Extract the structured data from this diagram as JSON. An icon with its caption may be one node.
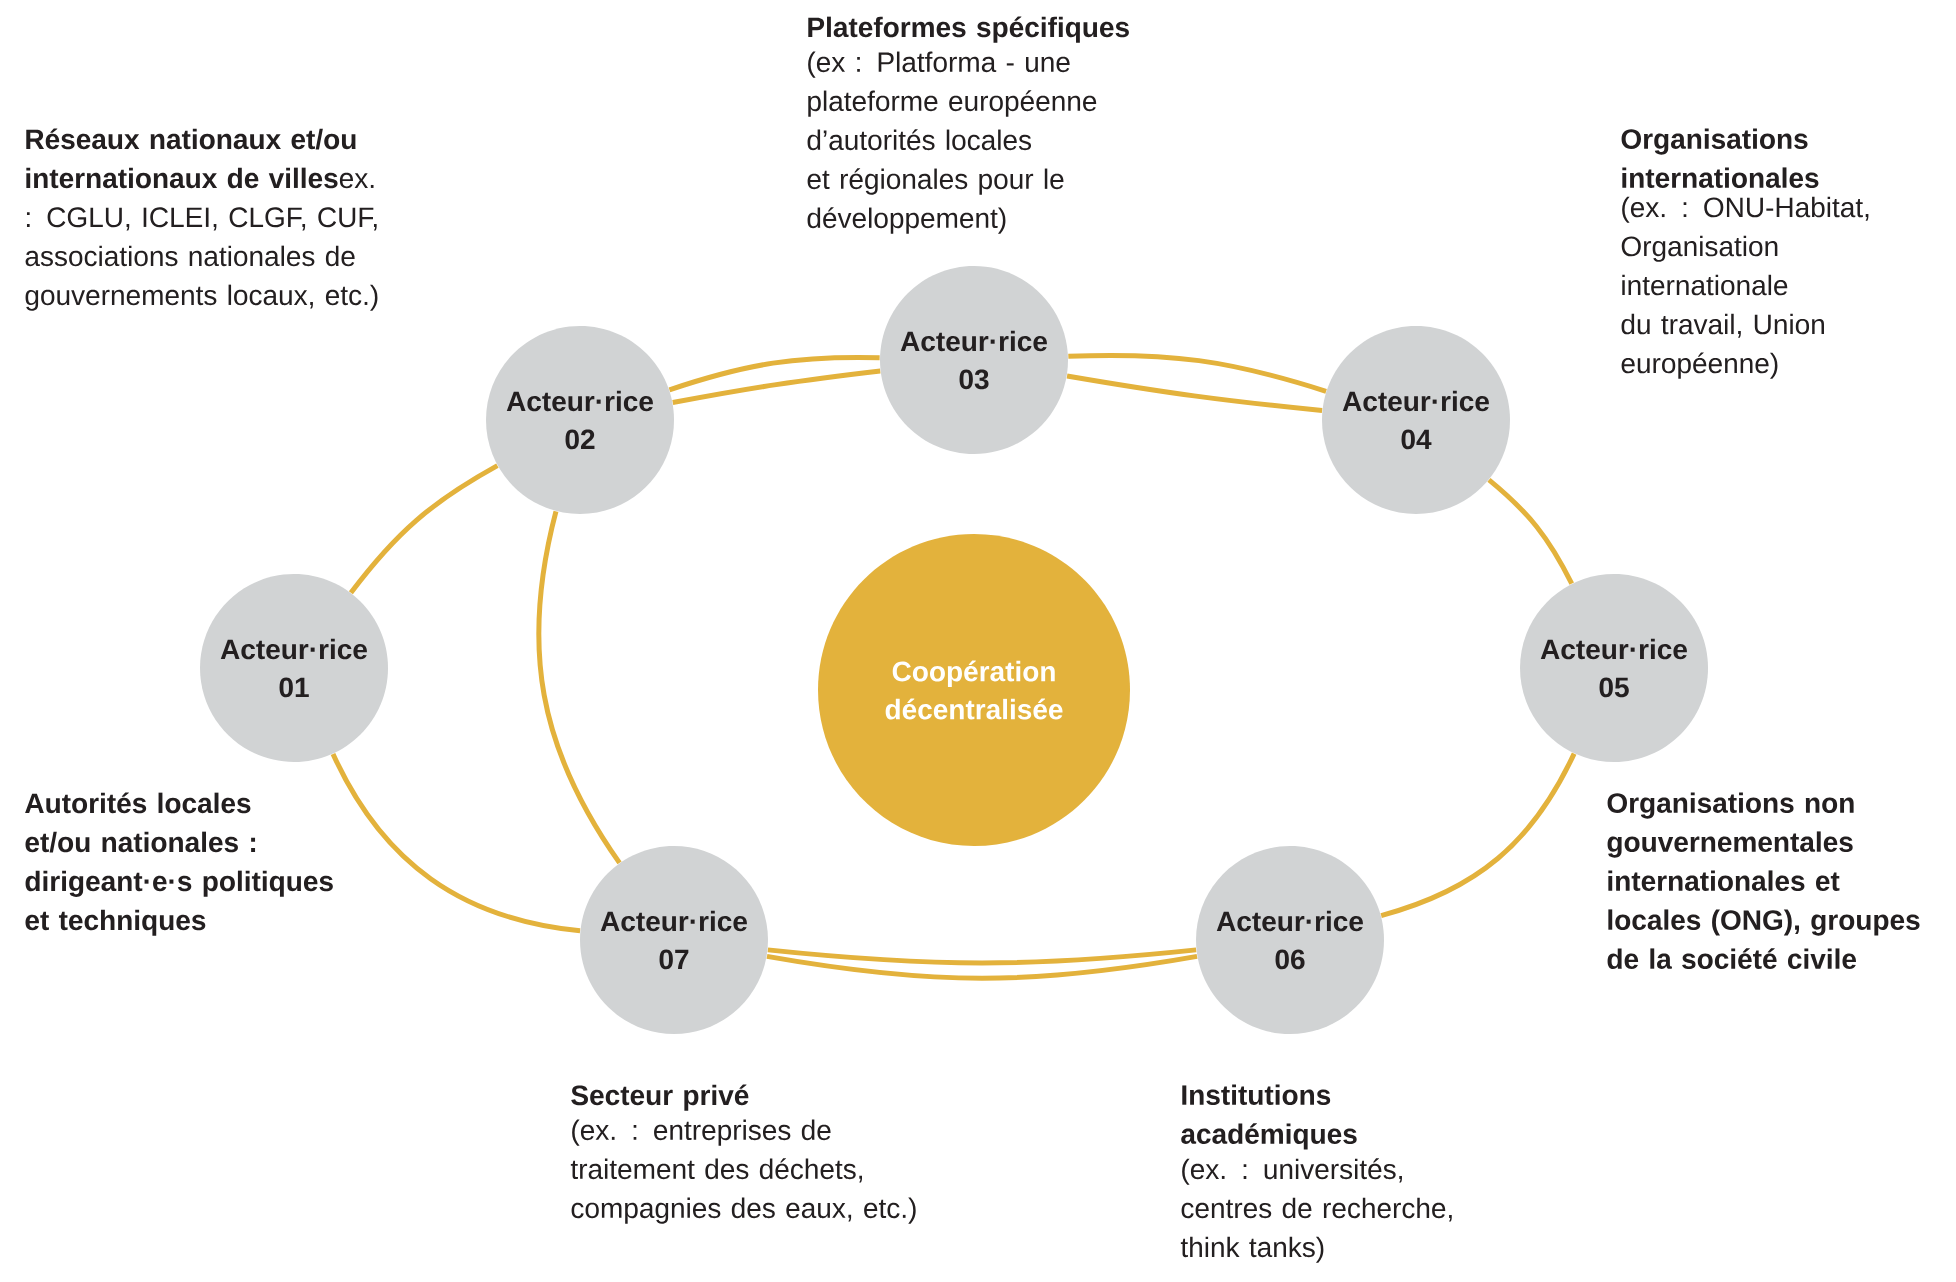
{
  "diagram": {
    "nodes": [
      {
        "text": [
          "Coopération décentralisée"
        ]
      },
      {
        "text": [
          "Acteur·rice 01"
        ],
        "beside": [
          "Autorités locales et/ou nationales : dirigeant·e·s politiques et techniques"
        ]
      },
      {
        "text": [
          "Acteur·rice 02"
        ],
        "beside": [
          "**Réseaux nationaux et/ou internationaux de villes**ex. : CGLU, ICLEI, CLGF, CUF, associations nationales de gouvernements locaux, etc.)"
        ]
      },
      {
        "text": [
          "Acteur·rice 03"
        ],
        "beside": [
          "Plateformes spécifiques",
          "(ex : Platforma - une plateforme européenne d’autorités locales et régionales pour le développement)"
        ]
      },
      {
        "text": [
          "Acteur·rice 04"
        ],
        "beside": [
          "Organisations internationales",
          "(ex. : ONU-Habitat, Organisation internationale du travail, Union européenne)"
        ]
      },
      {
        "text": [
          "Acteur·rice 05"
        ],
        "beside": [
          "Organisations non gouvernementales internationales et locales (ONG), groupes de la société civile"
        ]
      },
      {
        "text": [
          "Acteur·rice 06"
        ],
        "beside": [
          "Institutions académiques",
          "(ex. : universités, centres de recherche, think tanks)"
        ]
      },
      {
        "text": [
          "Acteur·rice 07"
        ],
        "beside": [
          "Secteur privé",
          "(ex. : entreprises de traitement des déchets, compagnies des eaux, etc.)"
        ]
      }
    ],
    "edges": [
      {
        "from": 1,
        "to": 2,
        "arrow": "none"
      },
      {
        "from": 2,
        "to": 3,
        "arrow": "none"
      },
      {
        "from": 3,
        "to": 4,
        "arrow": "none"
      },
      {
        "from": 4,
        "to": 5,
        "arrow": "none"
      },
      {
        "from": 5,
        "to": 6,
        "arrow": "none"
      },
      {
        "from": 6,
        "to": 7,
        "arrow": "none"
      },
      {
        "from": 7,
        "to": 1,
        "arrow": "none"
      },
      {
        "from": 2,
        "to": 3,
        "arrow": "none"
      },
      {
        "from": 3,
        "to": 4,
        "arrow": "none"
      },
      {
        "from": 2,
        "to": 7,
        "arrow": "none"
      },
      {
        "from": 7,
        "to": 6,
        "arrow": "none"
      }
    ]
  }
}
